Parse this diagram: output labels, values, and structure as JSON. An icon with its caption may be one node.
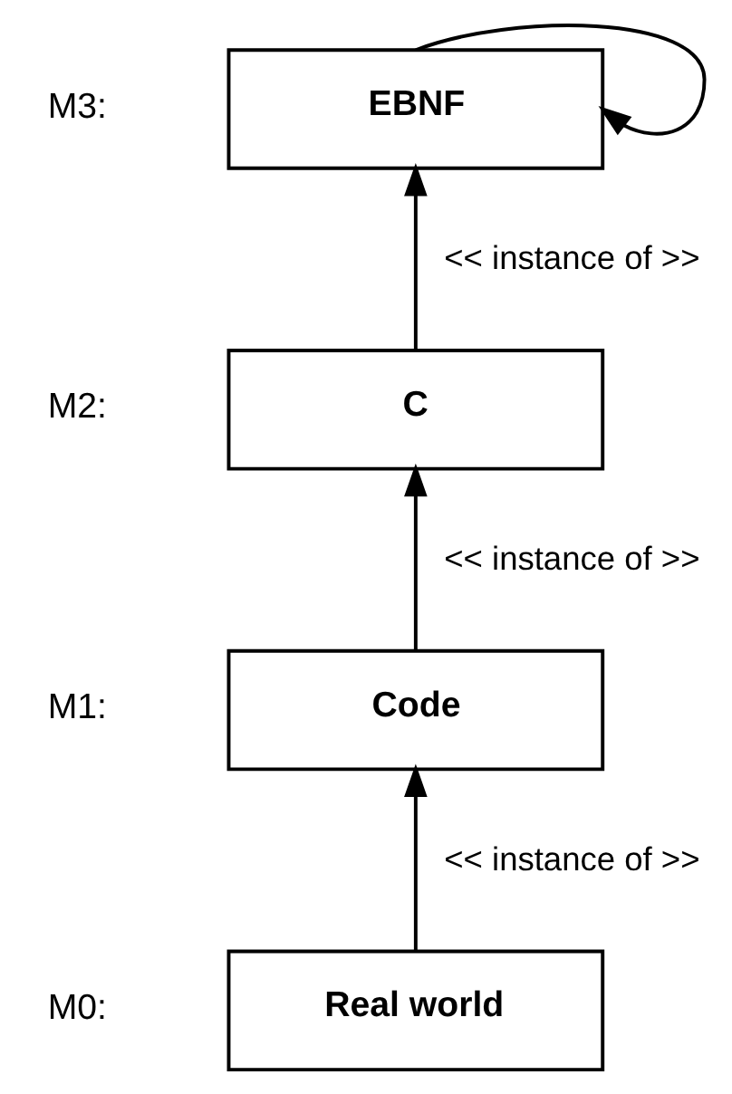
{
  "diagram": {
    "nodes": [
      {
        "text": [
          "EBNF"
        ],
        "beside": [
          "M3:"
        ]
      },
      {
        "text": [
          "C"
        ],
        "beside": [
          "M2:"
        ]
      },
      {
        "text": [
          "Code"
        ],
        "beside": [
          "M1:"
        ]
      },
      {
        "text": [
          "Real world"
        ],
        "beside": [
          "M0:"
        ]
      }
    ],
    "edges": [
      {
        "from": 0,
        "to": 0,
        "arrow": "to"
      },
      {
        "from": 1,
        "to": 0,
        "arrow": "to",
        "label": "<< instance of >>"
      },
      {
        "from": 2,
        "to": 1,
        "arrow": "to",
        "label": "<< instance of >>"
      },
      {
        "from": 3,
        "to": 2,
        "arrow": "to",
        "label": "<< instance of >>"
      }
    ]
  }
}
